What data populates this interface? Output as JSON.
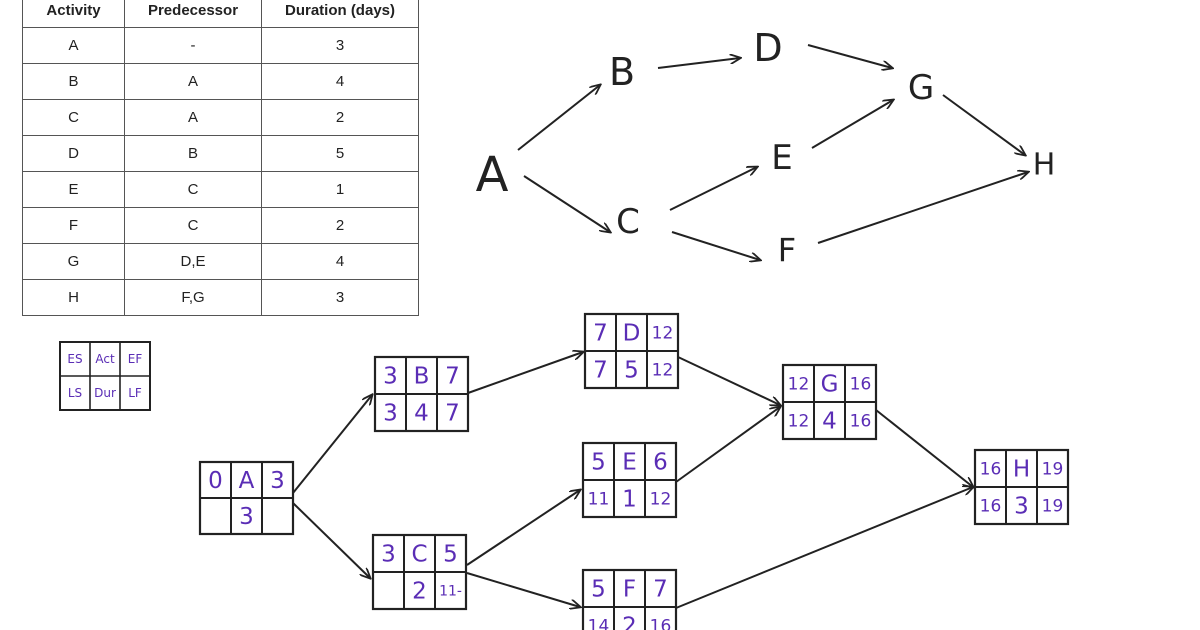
{
  "table": {
    "headers": [
      "Activity",
      "Predecessor",
      "Duration (days)"
    ],
    "rows": [
      {
        "activity": "A",
        "predecessor": "-",
        "duration": "3"
      },
      {
        "activity": "B",
        "predecessor": "A",
        "duration": "4"
      },
      {
        "activity": "C",
        "predecessor": "A",
        "duration": "2"
      },
      {
        "activity": "D",
        "predecessor": "B",
        "duration": "5"
      },
      {
        "activity": "E",
        "predecessor": "C",
        "duration": "1"
      },
      {
        "activity": "F",
        "predecessor": "C",
        "duration": "2"
      },
      {
        "activity": "G",
        "predecessor": "D,E",
        "duration": "4"
      },
      {
        "activity": "H",
        "predecessor": "F,G",
        "duration": "3"
      }
    ]
  },
  "legend": {
    "cells": [
      "ES",
      "Act",
      "EF",
      "LS",
      "Dur",
      "LF"
    ]
  },
  "aoa_network": {
    "nodes": [
      "A",
      "B",
      "C",
      "D",
      "E",
      "F",
      "G",
      "H"
    ],
    "edges": [
      [
        "A",
        "B"
      ],
      [
        "A",
        "C"
      ],
      [
        "B",
        "D"
      ],
      [
        "D",
        "G"
      ],
      [
        "C",
        "E"
      ],
      [
        "C",
        "F"
      ],
      [
        "E",
        "G"
      ],
      [
        "G",
        "H"
      ],
      [
        "F",
        "H"
      ]
    ]
  },
  "aon_network": {
    "nodes": [
      {
        "id": "A",
        "cells": [
          "0",
          "A",
          "3",
          "",
          "3",
          ""
        ]
      },
      {
        "id": "B",
        "cells": [
          "3",
          "B",
          "7",
          "3",
          "4",
          "7"
        ]
      },
      {
        "id": "C",
        "cells": [
          "3",
          "C",
          "5",
          "",
          "2",
          "11-"
        ]
      },
      {
        "id": "D",
        "cells": [
          "7",
          "D",
          "12",
          "7",
          "5",
          "12"
        ]
      },
      {
        "id": "E",
        "cells": [
          "5",
          "E",
          "6",
          "11",
          "1",
          "12"
        ]
      },
      {
        "id": "F",
        "cells": [
          "5",
          "F",
          "7",
          "14",
          "2",
          "16"
        ]
      },
      {
        "id": "G",
        "cells": [
          "12",
          "G",
          "16",
          "12",
          "4",
          "16"
        ]
      },
      {
        "id": "H",
        "cells": [
          "16",
          "H",
          "19",
          "16",
          "3",
          "19"
        ]
      }
    ],
    "edges": [
      [
        "A",
        "B"
      ],
      [
        "A",
        "C"
      ],
      [
        "B",
        "D"
      ],
      [
        "C",
        "E"
      ],
      [
        "C",
        "F"
      ],
      [
        "D",
        "G"
      ],
      [
        "E",
        "G"
      ],
      [
        "G",
        "H"
      ],
      [
        "F",
        "H"
      ]
    ]
  }
}
